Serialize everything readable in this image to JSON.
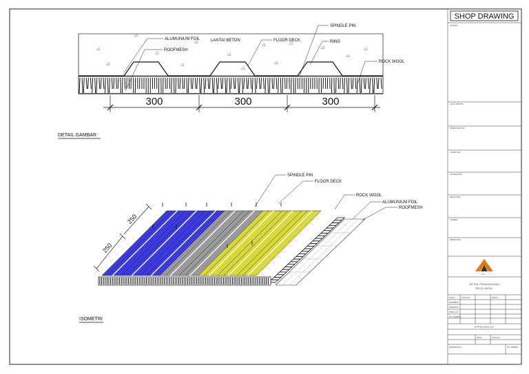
{
  "title_block": {
    "header": "SHOP DRAWING",
    "section_labels": [
      "CATATAN",
      "JUDUL PROYEK",
      "PEMILIK PROYEK",
      "KONSULTAN",
      "KONTRAKTOR",
      "PELAKSANA",
      "GAMBAR",
      "PERENCANA"
    ],
    "logo_text": "PT. ...",
    "drawing_title_line1": "DETAIL PEMASANGAN",
    "drawing_title_line2": "ROCK WOOL",
    "table_labels": [
      "SKALA",
      "DIGAMBAR",
      "DIPERIKSA",
      "DISETUJUI",
      "NO. GAMBAR",
      "TANGGAL",
      "REVISI"
    ],
    "approved_by": "APPROVED BY",
    "footer_labels": [
      "NAMA",
      "TANGGAL",
      "KETERANGAN",
      "NO. LEMBAR"
    ]
  },
  "section_view": {
    "caption": "DETAIL GAMBAR",
    "labels": {
      "aluminium_foil": "ALUMUNIUM FOIL",
      "roofmesh": "ROOFMESH",
      "lantai_beton": "LANTAI BETON",
      "floor_deck": "FLOOR DECK",
      "spindle_pin": "SPINDLE PIN",
      "ring": "RING",
      "rock_wool": "ROCK WOOL"
    },
    "dimensions": [
      "300",
      "300",
      "300"
    ]
  },
  "iso_view": {
    "caption": "ISOMETRI",
    "labels": {
      "spindle_pin": "SPINDLE PIN",
      "floor_deck": "FLOOR DECK",
      "rock_wool": "ROCK WOOL",
      "aluminium_foil": "ALUMUNIUM FOIL",
      "roofmesh": "ROOFMESH"
    },
    "dimensions": [
      "250",
      "250"
    ],
    "colors": {
      "blue": "#3a3ae0",
      "grey": "#9a9a9a",
      "yellow": "#d9d93a"
    }
  }
}
